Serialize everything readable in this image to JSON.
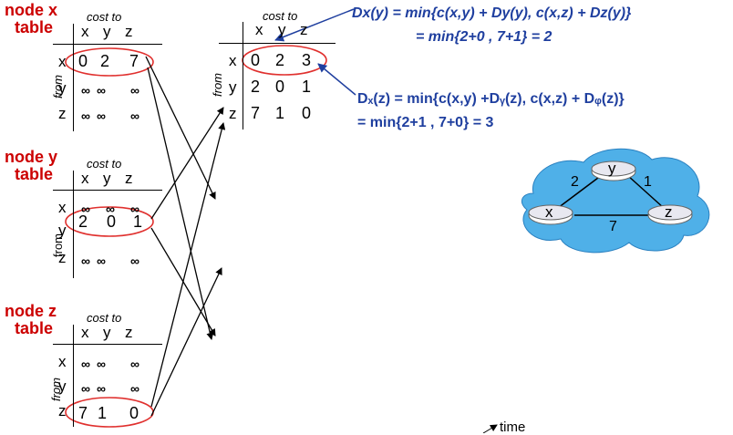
{
  "colors": {
    "title": "#cc0000",
    "equation": "#1f3f9f",
    "ellipse": "#e0302e",
    "cloud": "#4fb0e8"
  },
  "symbols": {
    "infinity": "∞"
  },
  "axis": {
    "cost_to": "cost to",
    "from": "from",
    "cols": [
      "x",
      "y",
      "z"
    ],
    "rows": [
      "x",
      "y",
      "z"
    ]
  },
  "node_x": {
    "title_line1": "node x",
    "title_line2": "table",
    "rows": [
      [
        "0",
        "2",
        "7"
      ],
      [
        "∞",
        "∞",
        "∞"
      ],
      [
        "∞",
        "∞",
        "∞"
      ]
    ]
  },
  "node_y": {
    "title_line1": "node y",
    "title_line2": "table",
    "rows": [
      [
        "∞",
        "∞",
        "∞"
      ],
      [
        "2",
        "0",
        "1"
      ],
      [
        "∞",
        "∞",
        "∞"
      ]
    ]
  },
  "node_z": {
    "title_line1": "node z",
    "title_line2": "table",
    "rows": [
      [
        "∞",
        "∞",
        "∞"
      ],
      [
        "∞",
        "∞",
        "∞"
      ],
      [
        "7",
        "1",
        "0"
      ]
    ]
  },
  "updated_x": {
    "rows": [
      [
        "0",
        "2",
        "3"
      ],
      [
        "2",
        "0",
        "1"
      ],
      [
        "7",
        "1",
        "0"
      ]
    ]
  },
  "eq1": {
    "line1": "Dx(y) = min{c(x,y) + Dy(y), c(x,z) + Dz(y)}",
    "line2": "= min{2+0 , 7+1} = 2"
  },
  "eq2": {
    "line1": "Dₓ(z) = min{c(x,y) +Dᵧ(z), c(x,z) + Dᵩ(z)}",
    "line2": "= min{2+1 , 7+0} = 3"
  },
  "network": {
    "nodes": [
      "x",
      "y",
      "z"
    ],
    "costs": {
      "xy": "2",
      "yz": "1",
      "xz": "7"
    }
  },
  "time_label": "time"
}
